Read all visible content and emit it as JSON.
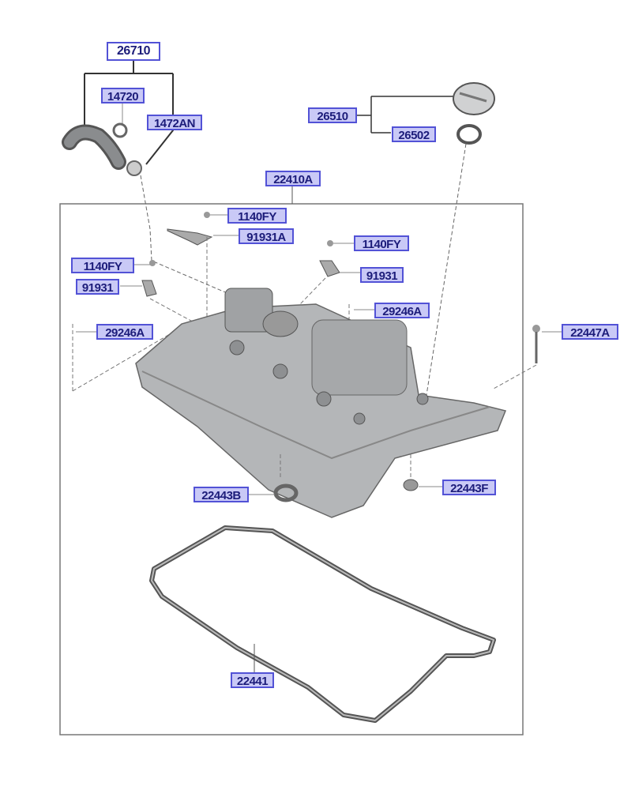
{
  "diagram": {
    "labels": {
      "crankcase_hose_assy": "26710",
      "clamp": "14720",
      "clamp_b": "1472AN",
      "oil_filler_cap_assy": "26510",
      "gasket_cap": "26502",
      "rocker_cover_assy": "22410A",
      "bolt_1": "1140FY",
      "bracket_a": "91931A",
      "bolt_2": "1140FY",
      "bolt_3": "1140FY",
      "bracket_1": "91931",
      "bracket_2": "91931",
      "bolt_29246a_right": "29246A",
      "bolt_29246a_left": "29246A",
      "bolt_22447a": "22447A",
      "seal_22443b": "22443B",
      "seal_22443f": "22443F",
      "gasket_rocker_cover": "22441"
    },
    "colors": {
      "label_border": "#5252d6",
      "label_fill": "#c9c9f6",
      "label_text": "#1c1c7a",
      "part": "#a9abad"
    }
  }
}
